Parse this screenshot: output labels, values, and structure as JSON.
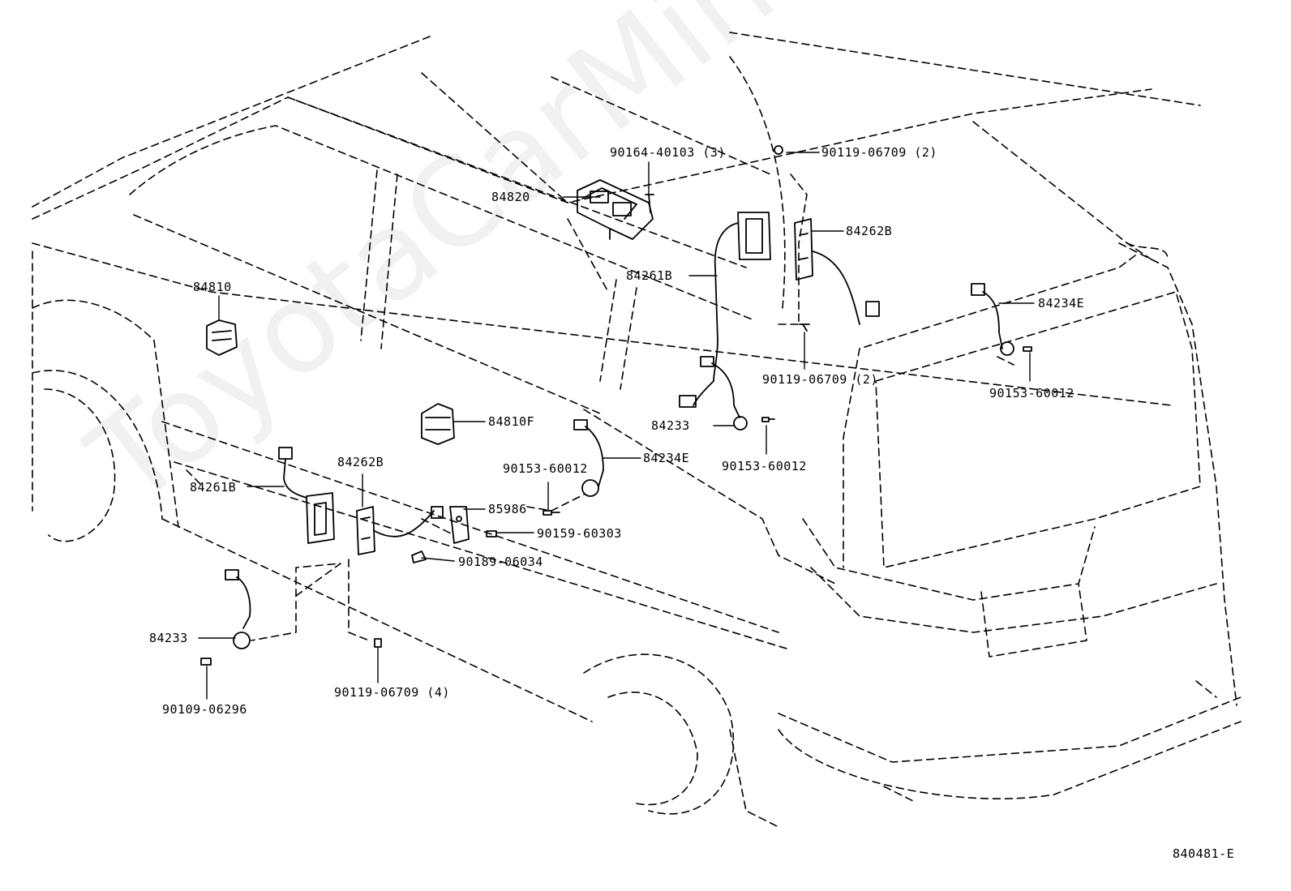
{
  "diagram": {
    "watermark": "ToyotaCarMine.ru",
    "figure_code": "840481-E",
    "callouts": [
      {
        "id": "c1",
        "text": "84820"
      },
      {
        "id": "c2",
        "text": "90164-40103 (3)"
      },
      {
        "id": "c3",
        "text": "90119-06709 (2)"
      },
      {
        "id": "c4",
        "text": "84262B"
      },
      {
        "id": "c5",
        "text": "84261B"
      },
      {
        "id": "c6",
        "text": "84234E"
      },
      {
        "id": "c7",
        "text": "84810"
      },
      {
        "id": "c8",
        "text": "90119-06709 (2)"
      },
      {
        "id": "c9",
        "text": "90153-60012"
      },
      {
        "id": "c10",
        "text": "84810F"
      },
      {
        "id": "c11",
        "text": "84233"
      },
      {
        "id": "c12",
        "text": "84234E"
      },
      {
        "id": "c13",
        "text": "90153-60012"
      },
      {
        "id": "c14",
        "text": "90153-60012"
      },
      {
        "id": "c15",
        "text": "84262B"
      },
      {
        "id": "c16",
        "text": "84261B"
      },
      {
        "id": "c17",
        "text": "85986"
      },
      {
        "id": "c18",
        "text": "90159-60303"
      },
      {
        "id": "c19",
        "text": "90189-06034"
      },
      {
        "id": "c20",
        "text": "84233"
      },
      {
        "id": "c21",
        "text": "90119-06709 (4)"
      },
      {
        "id": "c22",
        "text": "90109-06296"
      }
    ]
  }
}
